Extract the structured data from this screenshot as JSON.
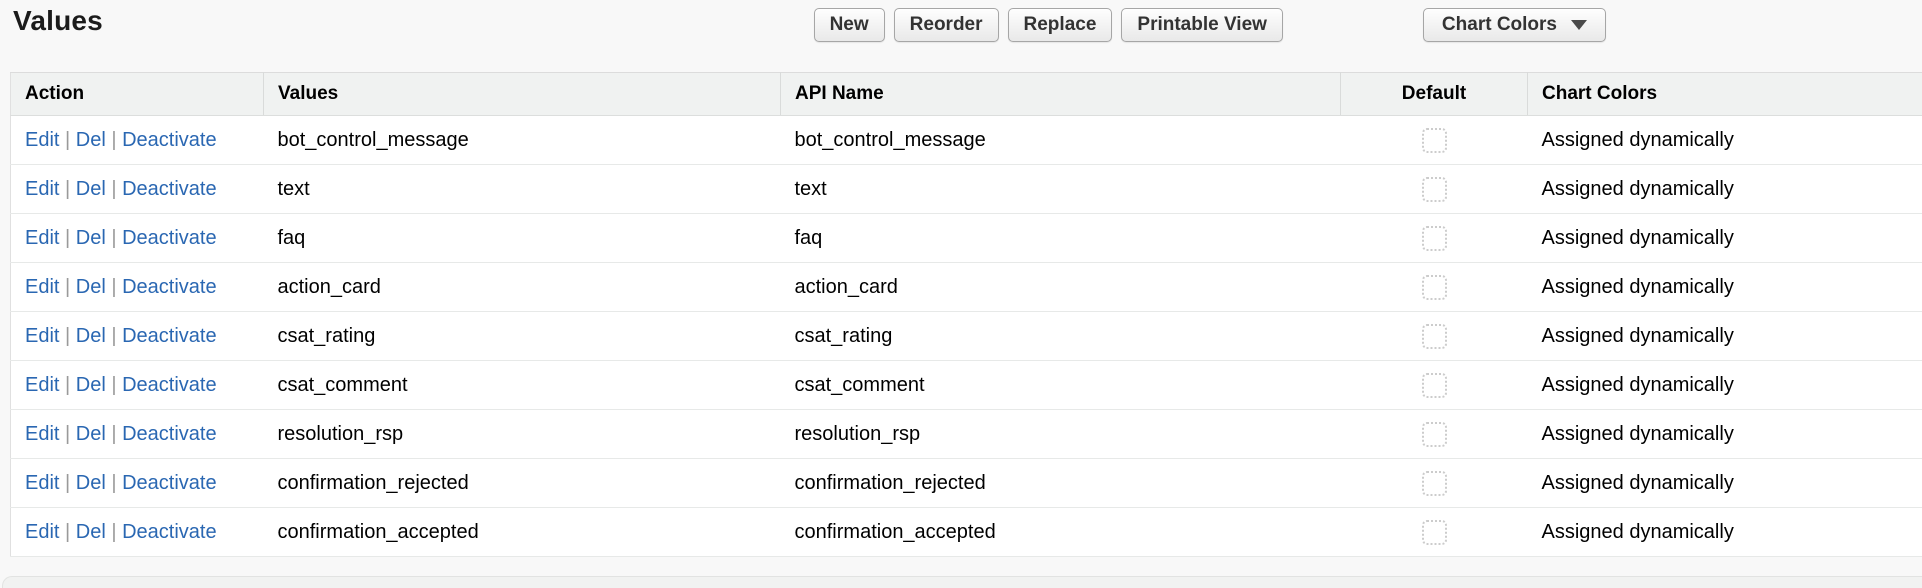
{
  "page": {
    "title": "Values"
  },
  "toolbar": {
    "buttons": [
      "New",
      "Reorder",
      "Replace",
      "Printable View"
    ],
    "dropdown": {
      "label": "Chart Colors",
      "icon": "caret-down-icon"
    }
  },
  "table": {
    "columns": [
      "Action",
      "Values",
      "API Name",
      "Default",
      "Chart Colors"
    ],
    "action_separator": "|",
    "rows": [
      {
        "actions": [
          "Edit",
          "Del",
          "Deactivate"
        ],
        "value": "bot_control_message",
        "api_name": "bot_control_message",
        "default_checked": false,
        "chart_colors": "Assigned dynamically"
      },
      {
        "actions": [
          "Edit",
          "Del",
          "Deactivate"
        ],
        "value": "text",
        "api_name": "text",
        "default_checked": false,
        "chart_colors": "Assigned dynamically"
      },
      {
        "actions": [
          "Edit",
          "Del",
          "Deactivate"
        ],
        "value": "faq",
        "api_name": "faq",
        "default_checked": false,
        "chart_colors": "Assigned dynamically"
      },
      {
        "actions": [
          "Edit",
          "Del",
          "Deactivate"
        ],
        "value": "action_card",
        "api_name": "action_card",
        "default_checked": false,
        "chart_colors": "Assigned dynamically"
      },
      {
        "actions": [
          "Edit",
          "Del",
          "Deactivate"
        ],
        "value": "csat_rating",
        "api_name": "csat_rating",
        "default_checked": false,
        "chart_colors": "Assigned dynamically"
      },
      {
        "actions": [
          "Edit",
          "Del",
          "Deactivate"
        ],
        "value": "csat_comment",
        "api_name": "csat_comment",
        "default_checked": false,
        "chart_colors": "Assigned dynamically"
      },
      {
        "actions": [
          "Edit",
          "Del",
          "Deactivate"
        ],
        "value": "resolution_rsp",
        "api_name": "resolution_rsp",
        "default_checked": false,
        "chart_colors": "Assigned dynamically"
      },
      {
        "actions": [
          "Edit",
          "Del",
          "Deactivate"
        ],
        "value": "confirmation_rejected",
        "api_name": "confirmation_rejected",
        "default_checked": false,
        "chart_colors": "Assigned dynamically"
      },
      {
        "actions": [
          "Edit",
          "Del",
          "Deactivate"
        ],
        "value": "confirmation_accepted",
        "api_name": "confirmation_accepted",
        "default_checked": false,
        "chart_colors": "Assigned dynamically"
      }
    ]
  },
  "colors": {
    "link_blue": "#2a67b2",
    "header_bg": "#f0f2f1",
    "row_border": "#e7e9e8",
    "page_bg": "#f8f8f8",
    "panel_bg": "#f1f2f1",
    "button_border": "#a6a6a6"
  }
}
